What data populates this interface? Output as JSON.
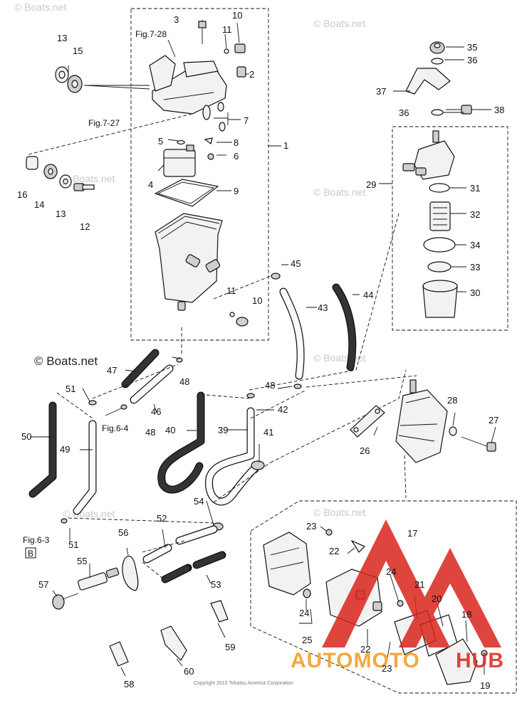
{
  "watermarks": [
    "© Boats.net",
    "© Boats.net",
    "© Boats.net",
    "© Boats.net",
    "© Boats.net",
    "© Boats.net",
    "© Boats.net"
  ],
  "main_watermark": "© Boats.net",
  "copyright": "Copyright 2015 Tohatsu America Corporation",
  "brand_logo": {
    "left": "AUTOMOTO",
    "right": "HUB",
    "colors": {
      "red": "#d9251c",
      "orange": "#f29b1e"
    }
  },
  "references": {
    "fig_7_28": "Fig.7-28",
    "fig_7_27": "Fig.7-27",
    "fig_6_4": "Fig.6-4",
    "fig_6_3": "Fig.6-3",
    "box_b": "B"
  },
  "callouts": [
    "1",
    "2",
    "3",
    "4",
    "5",
    "6",
    "7",
    "8",
    "9",
    "10",
    "10",
    "11",
    "11",
    "12",
    "13",
    "13",
    "14",
    "15",
    "16",
    "17",
    "18",
    "19",
    "20",
    "21",
    "22",
    "22",
    "23",
    "23",
    "24",
    "24",
    "25",
    "26",
    "27",
    "28",
    "29",
    "30",
    "31",
    "32",
    "33",
    "34",
    "35",
    "36",
    "36",
    "37",
    "38",
    "39",
    "40",
    "41",
    "42",
    "43",
    "44",
    "45",
    "46",
    "47",
    "48",
    "48",
    "48",
    "49",
    "50",
    "51",
    "51",
    "52",
    "53",
    "54",
    "55",
    "56",
    "57",
    "58",
    "59",
    "60"
  ]
}
